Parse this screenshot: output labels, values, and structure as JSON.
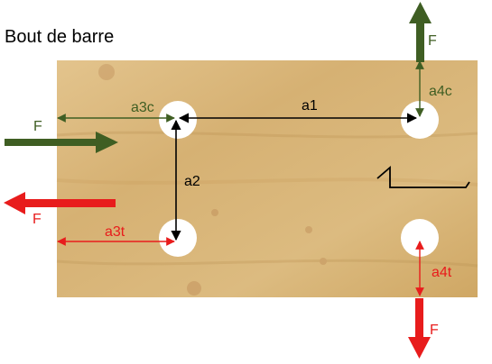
{
  "title": "Bout de barre",
  "colors": {
    "wood": "#d9b57a",
    "compression": "#3f5e23",
    "tension": "#e81c1c",
    "dimension": "#000000",
    "hole": "#ffffff"
  },
  "labels": {
    "a1": "a1",
    "a2": "a2",
    "a3c": "a3c",
    "a4c": "a4c",
    "a3t": "a3t",
    "a4t": "a4t",
    "force_left_green": "F",
    "force_left_red": "F",
    "force_top_green": "F",
    "force_bottom_red": "F"
  },
  "icons": {
    "break_line": "zigzag-break-symbol"
  }
}
